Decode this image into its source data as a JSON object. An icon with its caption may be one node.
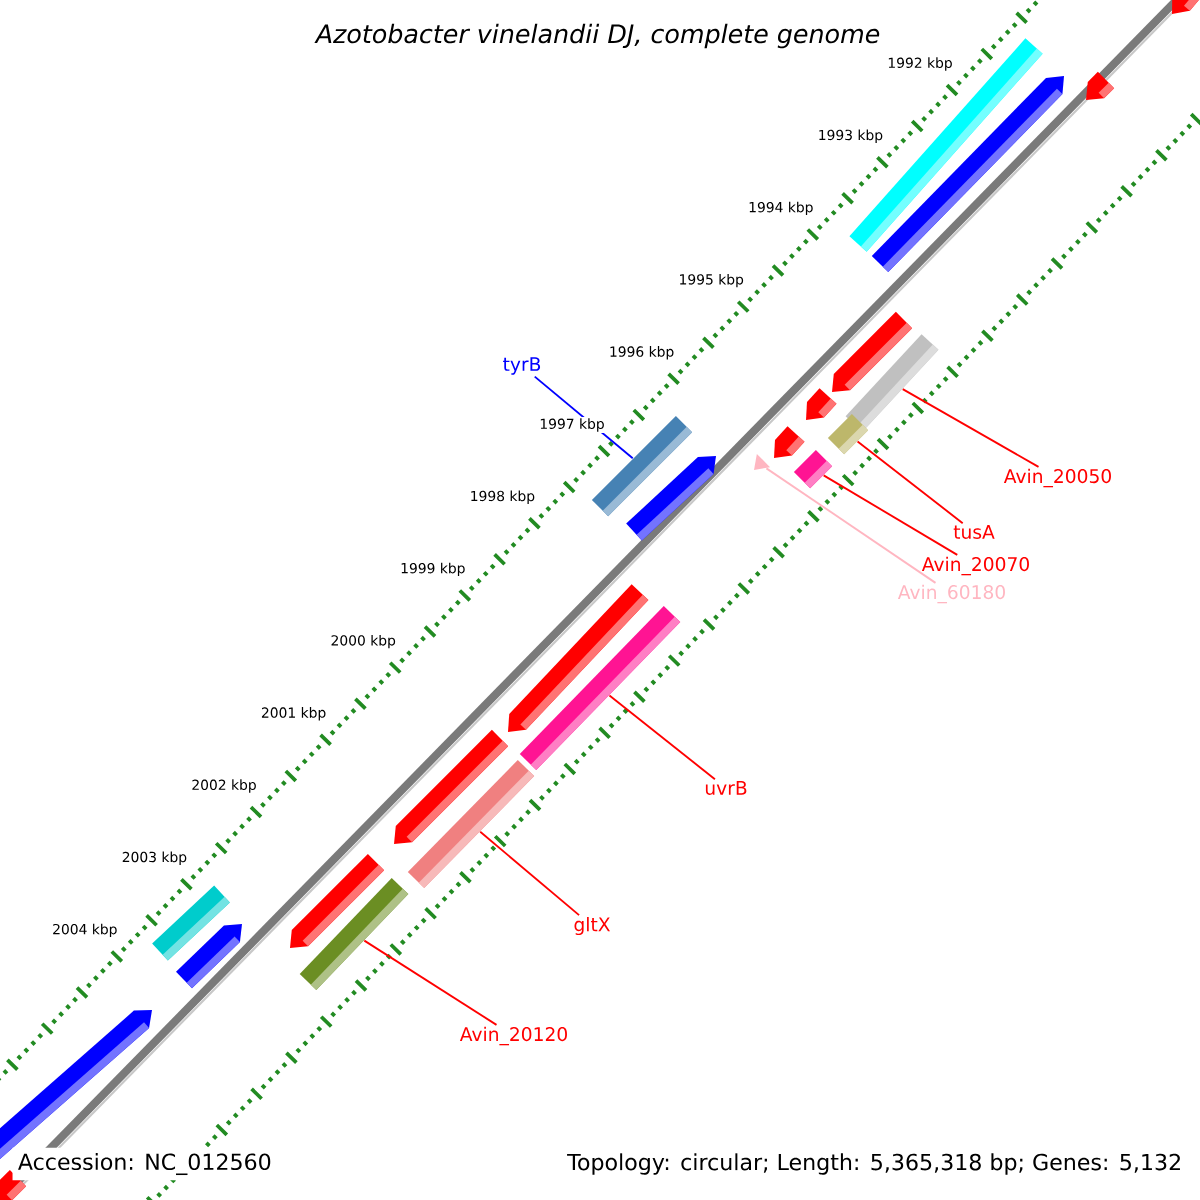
{
  "diagram": {
    "title": "Azotobacter vinelandii DJ, complete genome",
    "nodes": [
      {
        "text": [
          "tyrB"
        ]
      },
      {
        "text": [],
        "shape": "bar"
      },
      {
        "text": [
          "Avin_20050"
        ]
      },
      {
        "text": [],
        "shape": "bar"
      },
      {
        "text": [
          "tusA"
        ]
      },
      {
        "text": [],
        "shape": "bar"
      },
      {
        "text": [
          "Avin_20070"
        ]
      },
      {
        "text": [],
        "shape": "bar"
      },
      {
        "text": [
          "Avin_60180"
        ]
      },
      {
        "text": [],
        "shape": "triangle"
      },
      {
        "text": [
          "uvrB"
        ]
      },
      {
        "text": [],
        "shape": "bar"
      },
      {
        "text": [
          "gltX"
        ]
      },
      {
        "text": [],
        "shape": "bar"
      },
      {
        "text": [
          "Avin_20120"
        ]
      },
      {
        "text": [],
        "shape": "bar"
      }
    ],
    "edges": [
      {
        "from": 0,
        "to": 1,
        "arrow": "none",
        "color": "#0000ff"
      },
      {
        "from": 2,
        "to": 3,
        "arrow": "none"
      },
      {
        "from": 4,
        "to": 5,
        "arrow": "none"
      },
      {
        "from": 6,
        "to": 7,
        "arrow": "none"
      },
      {
        "from": 8,
        "to": 9,
        "arrow": "none",
        "color": "#ffb6c1"
      },
      {
        "from": 10,
        "to": 11,
        "arrow": "none"
      },
      {
        "from": 12,
        "to": 13,
        "arrow": "none"
      },
      {
        "from": 14,
        "to": 15,
        "arrow": "none"
      }
    ],
    "labels": [
      "1992 kbp",
      "1993 kbp",
      "1994 kbp",
      "1995 kbp",
      "1996 kbp",
      "1997 kbp",
      "1998 kbp",
      "1999 kbp",
      "2000 kbp",
      "2001 kbp",
      "2002 kbp",
      "2003 kbp",
      "2004 kbp",
      "Accession: NC_012560",
      "Topology: circular; Length: 5,365,318 bp; Genes: 5,132"
    ]
  }
}
